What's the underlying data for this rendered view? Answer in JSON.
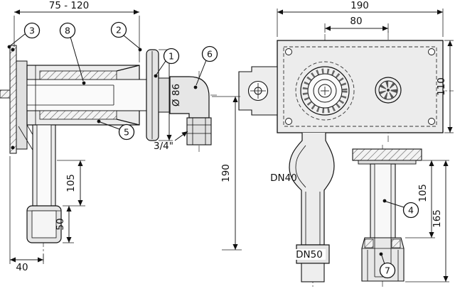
{
  "drawing": {
    "type": "technical-drawing",
    "subject": "concealed wall-mounted washing machine trap, side and front views",
    "colors": {
      "line": "#111111",
      "fill_light": "#ececec",
      "hatch": "#555555",
      "background": "#ffffff"
    }
  },
  "dims": {
    "range_width": "75 - 120",
    "front_width": "190",
    "hole_offset": "80",
    "front_height": "110",
    "faceplate_dia": "Ø 86",
    "hose_thread": "3/4\"",
    "side_drop": "105",
    "cup_depth": "50",
    "wall_to_axis": "40",
    "axis_drop": "190",
    "inlet": "DN40",
    "outlet": "DN50",
    "standpipe_len": "105",
    "standpipe_total": "165"
  },
  "callouts": {
    "c1": "1",
    "c2": "2",
    "c3": "3",
    "c4": "4",
    "c5": "5",
    "c6": "6",
    "c7": "7",
    "c8": "8"
  }
}
